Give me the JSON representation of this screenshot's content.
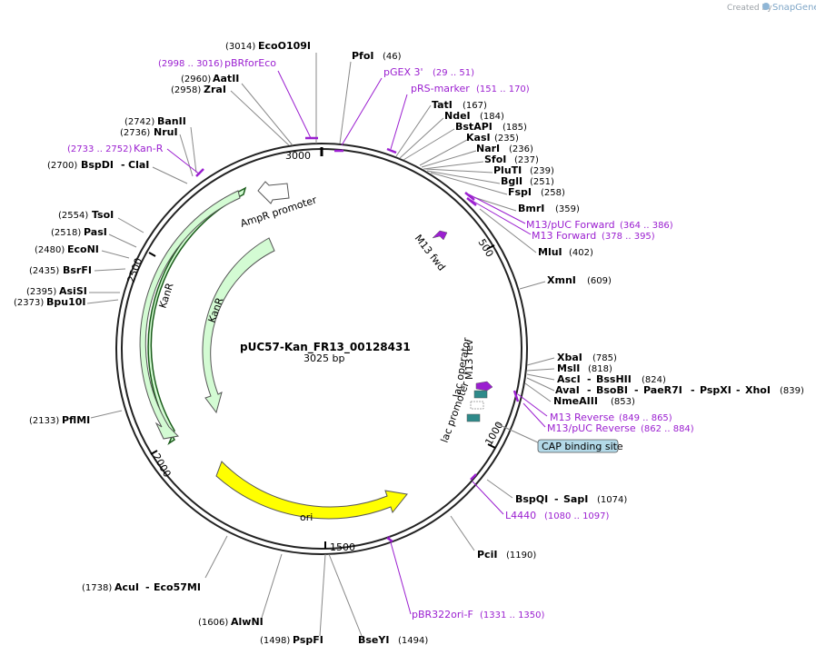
{
  "credit": {
    "prefix": "Created by",
    "brand": "SnapGene"
  },
  "plasmid": {
    "name": "pUC57-Kan_FR13_00128431",
    "length_label": "3025 bp",
    "length": 3025
  },
  "ticks": [
    "500",
    "1000",
    "1500",
    "2000",
    "2500",
    "3000"
  ],
  "enzymes": [
    {
      "pos": "(3014)",
      "name": "EcoO109I"
    },
    {
      "pos": "(46)",
      "name": "PfoI"
    },
    {
      "pos": "(2960)",
      "name": "AatII"
    },
    {
      "pos": "(2958)",
      "name": "ZraI"
    },
    {
      "pos": "(167)",
      "name": "TatI"
    },
    {
      "pos": "(184)",
      "name": "NdeI"
    },
    {
      "pos": "(185)",
      "name": "BstAPI"
    },
    {
      "pos": "(235)",
      "name": "KasI"
    },
    {
      "pos": "(236)",
      "name": "NarI"
    },
    {
      "pos": "(237)",
      "name": "SfoI"
    },
    {
      "pos": "(239)",
      "name": "PluTI"
    },
    {
      "pos": "(251)",
      "name": "BglI"
    },
    {
      "pos": "(258)",
      "name": "FspI"
    },
    {
      "pos": "(2742)",
      "name": "BanII"
    },
    {
      "pos": "(2736)",
      "name": "NruI"
    },
    {
      "pos": "(2700)",
      "name": "BspDI",
      "extra": "ClaI"
    },
    {
      "pos": "(359)",
      "name": "BmrI"
    },
    {
      "pos": "(402)",
      "name": "MluI"
    },
    {
      "pos": "(2554)",
      "name": "TsoI"
    },
    {
      "pos": "(2518)",
      "name": "PasI"
    },
    {
      "pos": "(2480)",
      "name": "EcoNI"
    },
    {
      "pos": "(2435)",
      "name": "BsrFI"
    },
    {
      "pos": "(2395)",
      "name": "AsiSI"
    },
    {
      "pos": "(2373)",
      "name": "Bpu10I"
    },
    {
      "pos": "(609)",
      "name": "XmnI"
    },
    {
      "pos": "(785)",
      "name": "XbaI"
    },
    {
      "pos": "(818)",
      "name": "MslI"
    },
    {
      "name": "AscI",
      "extra": "BssHII",
      "pos": "(824)"
    },
    {
      "name": "AvaI",
      "extra": "BsoBI",
      "extra2": "PaeR7I",
      "extra3": "PspXI",
      "extra4": "XhoI",
      "pos": "(839)"
    },
    {
      "name": "NmeAIII",
      "pos": "(853)"
    },
    {
      "pos": "(2133)",
      "name": "PflMI"
    },
    {
      "name": "BspQI",
      "extra": "SapI",
      "pos": "(1074)"
    },
    {
      "name": "PciI",
      "pos": "(1190)"
    },
    {
      "pos": "(1738)",
      "name": "AcuI",
      "extra": "Eco57MI"
    },
    {
      "pos": "(1606)",
      "name": "AlwNI"
    },
    {
      "pos": "(1498)",
      "name": "PspFI"
    },
    {
      "name": "BseYI",
      "pos": "(1494)"
    }
  ],
  "primers": [
    {
      "range": "(2998 .. 3016)",
      "name": "pBRforEco"
    },
    {
      "name": "pGEX 3'",
      "range": "(29 .. 51)"
    },
    {
      "name": "pRS-marker",
      "range": "(151 .. 170)"
    },
    {
      "range": "(2733 .. 2752)",
      "name": "Kan-R"
    },
    {
      "name": "M13/pUC Forward",
      "range": "(364 .. 386)"
    },
    {
      "name": "M13 Forward",
      "range": "(378 .. 395)"
    },
    {
      "name": "M13 Reverse",
      "range": "(849 .. 865)"
    },
    {
      "name": "M13/pUC Reverse",
      "range": "(862 .. 884)"
    },
    {
      "name": "L4440",
      "range": "(1080 .. 1097)"
    },
    {
      "name": "pBR322ori-F",
      "range": "(1331 .. 1350)"
    }
  ],
  "features": {
    "ampr_promoter": "AmpR promoter",
    "kanr_outer": "KanR",
    "kanr_inner": "KanR",
    "ori": "ori",
    "m13_fwd": "M13 fwd",
    "m13_rev": "M13 rev",
    "lac_operator": "lac operator",
    "lac_promoter": "lac promoter",
    "cap_site": "CAP binding site"
  },
  "colors": {
    "primer": "#9b1fd0",
    "kanr": "#d3fbd3",
    "ori": "#ffff00",
    "cap": "#b3d9e8",
    "lac_block": "#2e8a8a",
    "backbone": "#222222"
  }
}
